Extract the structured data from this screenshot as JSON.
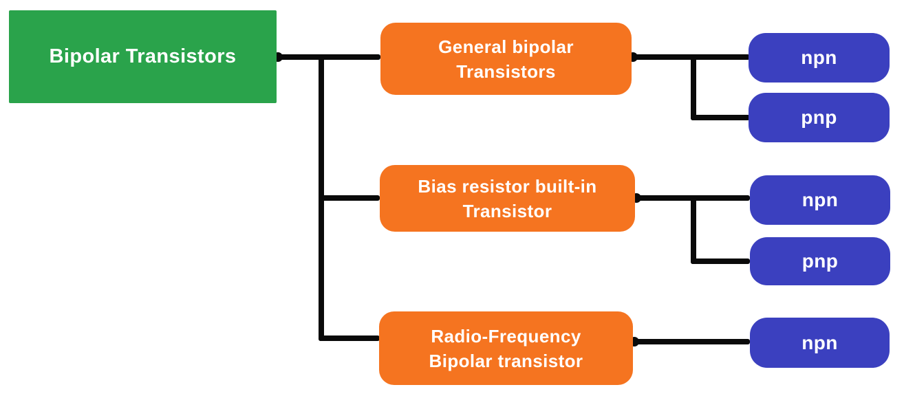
{
  "colors": {
    "root_fill": "#2aa34b",
    "branch_fill": "#f57420",
    "leaf_fill": "#3b40bf",
    "connector": "#0a0a0a",
    "text": "#ffffff",
    "background": "#ffffff"
  },
  "diagram": {
    "type": "tree",
    "root": {
      "label": "Bipolar Transistors"
    },
    "branches": [
      {
        "lines": [
          "General bipolar",
          "Transistors"
        ],
        "children": [
          {
            "label": "npn"
          },
          {
            "label": "pnp"
          }
        ]
      },
      {
        "lines": [
          "Bias resistor built-in",
          "Transistor"
        ],
        "children": [
          {
            "label": "npn"
          },
          {
            "label": "pnp"
          }
        ]
      },
      {
        "lines": [
          "Radio-Frequency",
          "Bipolar transistor"
        ],
        "children": [
          {
            "label": "npn"
          }
        ]
      }
    ]
  }
}
